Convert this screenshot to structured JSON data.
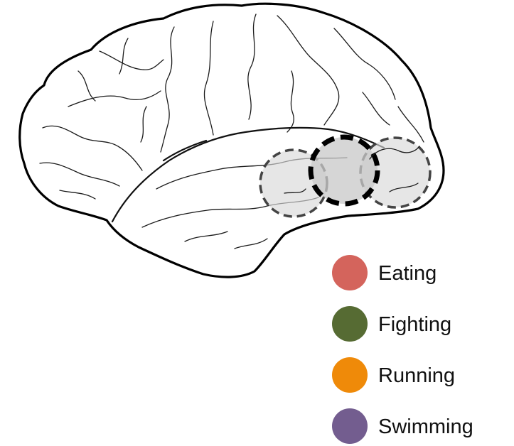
{
  "legend": {
    "items": [
      {
        "label": "Eating",
        "color": "#d4645c"
      },
      {
        "label": "Fighting",
        "color": "#566b33"
      },
      {
        "label": "Running",
        "color": "#ef8a09"
      },
      {
        "label": "Swimming",
        "color": "#735d8f"
      }
    ]
  },
  "regions": [
    {
      "name": "left region",
      "style": "dashed",
      "highlight": "light-gray"
    },
    {
      "name": "center region",
      "style": "bold-dashed",
      "highlight": "gray"
    },
    {
      "name": "right region",
      "style": "dashed",
      "highlight": "light-gray"
    }
  ],
  "colors": {
    "outline": "#000000",
    "region_fill": "#cfcfcf",
    "region_stroke": "#4a4a4a"
  }
}
